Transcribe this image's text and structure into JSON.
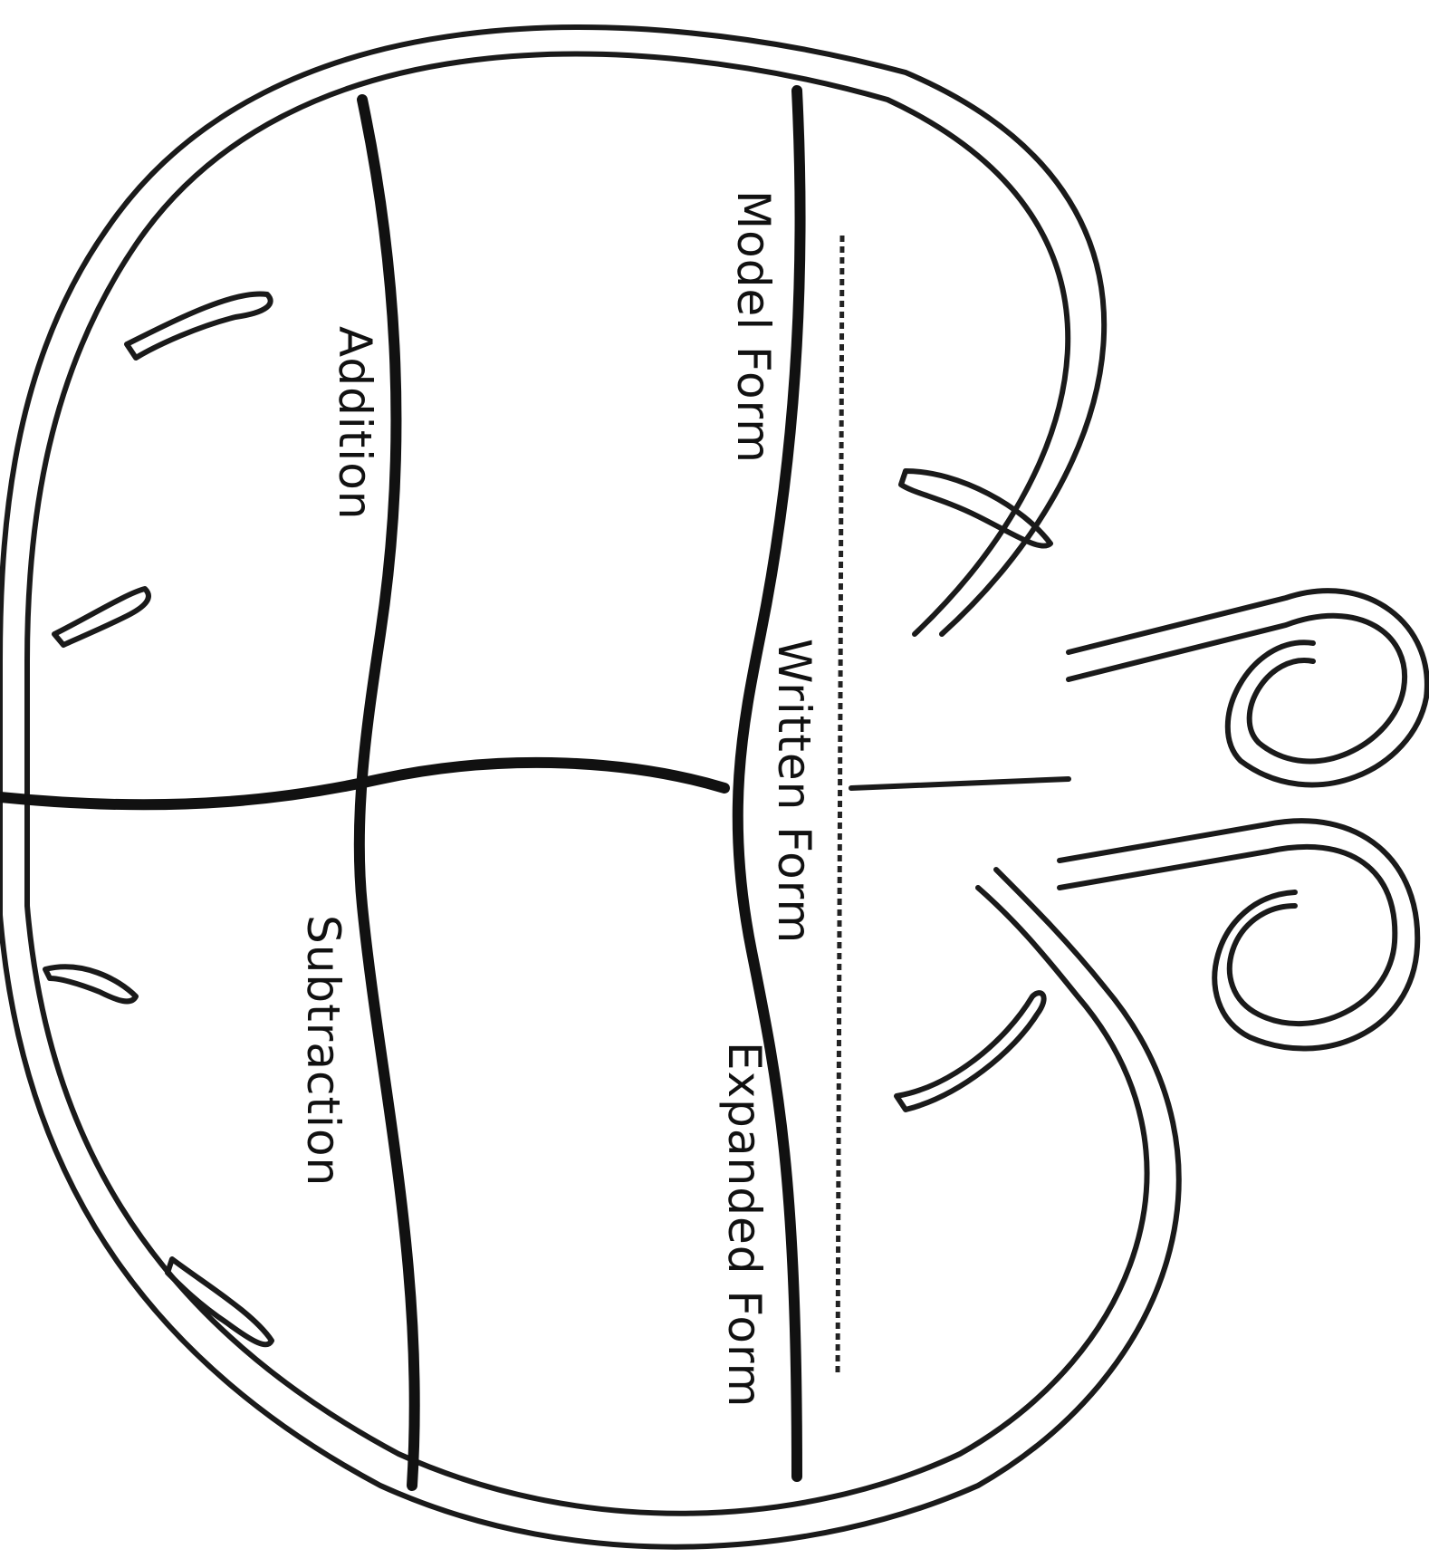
{
  "sections": {
    "addition": "Addition",
    "subtraction": "Subtraction",
    "model_form": "Model Form",
    "written_form": "Written Form",
    "expanded_form": "Expanded Form"
  },
  "colors": {
    "ink": "#111111",
    "paper": "#ffffff"
  }
}
